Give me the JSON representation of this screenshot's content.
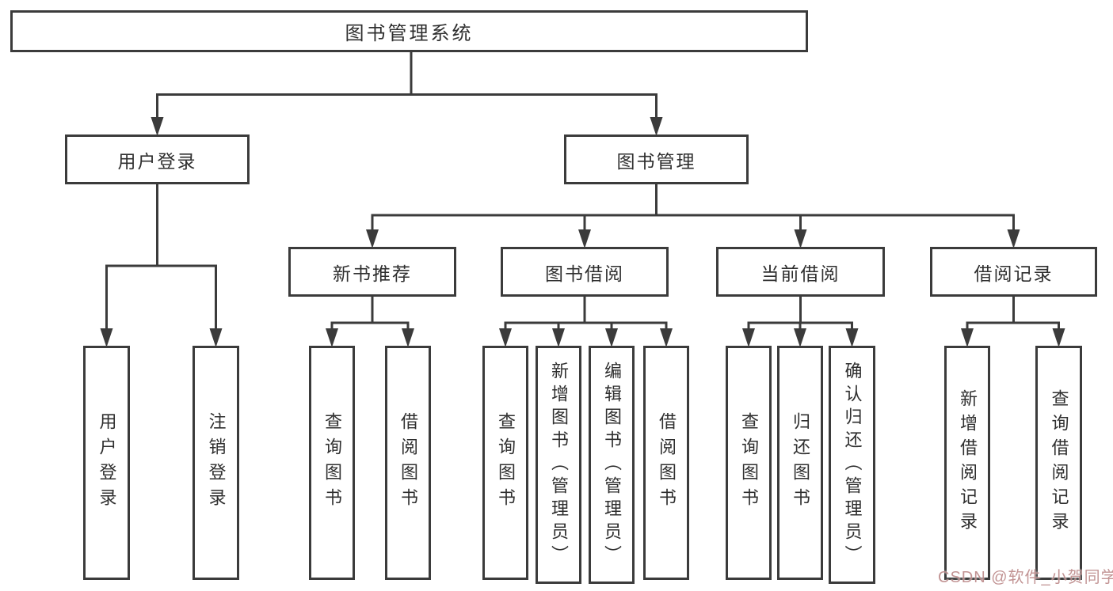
{
  "tree": {
    "label": "图书管理系统",
    "children": [
      {
        "label": "用户登录",
        "children": [
          {
            "label": "用户登录"
          },
          {
            "label": "注销登录"
          }
        ]
      },
      {
        "label": "图书管理",
        "children": [
          {
            "label": "新书推荐",
            "children": [
              {
                "label": "查询图书"
              },
              {
                "label": "借阅图书"
              }
            ]
          },
          {
            "label": "图书借阅",
            "children": [
              {
                "label": "查询图书"
              },
              {
                "label": "新增图书（管理员）"
              },
              {
                "label": "编辑图书（管理员）"
              },
              {
                "label": "借阅图书"
              }
            ]
          },
          {
            "label": "当前借阅",
            "children": [
              {
                "label": "查询图书"
              },
              {
                "label": "归还图书"
              },
              {
                "label": "确认归还（管理员）"
              }
            ]
          },
          {
            "label": "借阅记录",
            "children": [
              {
                "label": "新增借阅记录"
              },
              {
                "label": "查询借阅记录"
              }
            ]
          }
        ]
      }
    ]
  },
  "watermark": {
    "text": "CSDN @软件_小贺同学"
  },
  "colors": {
    "line": "#3b3b3b",
    "box_border": "#3b3b3b",
    "box_fill": "#ffffff",
    "text": "#2f2f2f",
    "watermark": "#b78181"
  }
}
